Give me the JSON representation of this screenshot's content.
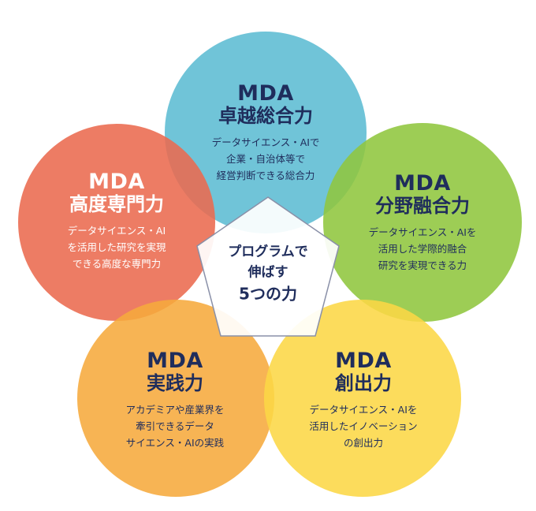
{
  "circles": [
    {
      "id": "top",
      "title_en": "MDA",
      "title_jp": "卓越総合力",
      "desc": [
        "データサイエンス・AIで",
        "企業・自治体等で",
        "経営判断できる総合力"
      ],
      "fill": "#5cbcd3",
      "text_color": "#1f2d5c"
    },
    {
      "id": "left",
      "title_en": "MDA",
      "title_jp": "高度専門力",
      "desc": [
        "データサイエンス・AI",
        "を活用した研究を実現",
        "できる高度な専門力"
      ],
      "fill": "#eb6a4e",
      "text_color": "#ffffff"
    },
    {
      "id": "right",
      "title_en": "MDA",
      "title_jp": "分野融合力",
      "desc": [
        "データサイエンス・AIを",
        "活用した学際的融合",
        "研究を実現できる力"
      ],
      "fill": "#8fc63e",
      "text_color": "#1f2d5c"
    },
    {
      "id": "bottom-left",
      "title_en": "MDA",
      "title_jp": "実践力",
      "desc": [
        "アカデミアや産業界を",
        "牽引できるデータ",
        "サイエンス・AIの実践"
      ],
      "fill": "#f6aa3c",
      "text_color": "#1f2d5c"
    },
    {
      "id": "bottom-right",
      "title_en": "MDA",
      "title_jp": "創出力",
      "desc": [
        "データサイエンス・AIを",
        "活用したイノベーション",
        "の創出力"
      ],
      "fill": "#fcd745",
      "text_color": "#1f2d5c"
    }
  ],
  "center": {
    "line1": "プログラムで",
    "line2": "伸ばす",
    "line3": "5つの力"
  },
  "colors": {
    "outline": "#1f2d5c",
    "pentagon": "#8a90a8"
  }
}
